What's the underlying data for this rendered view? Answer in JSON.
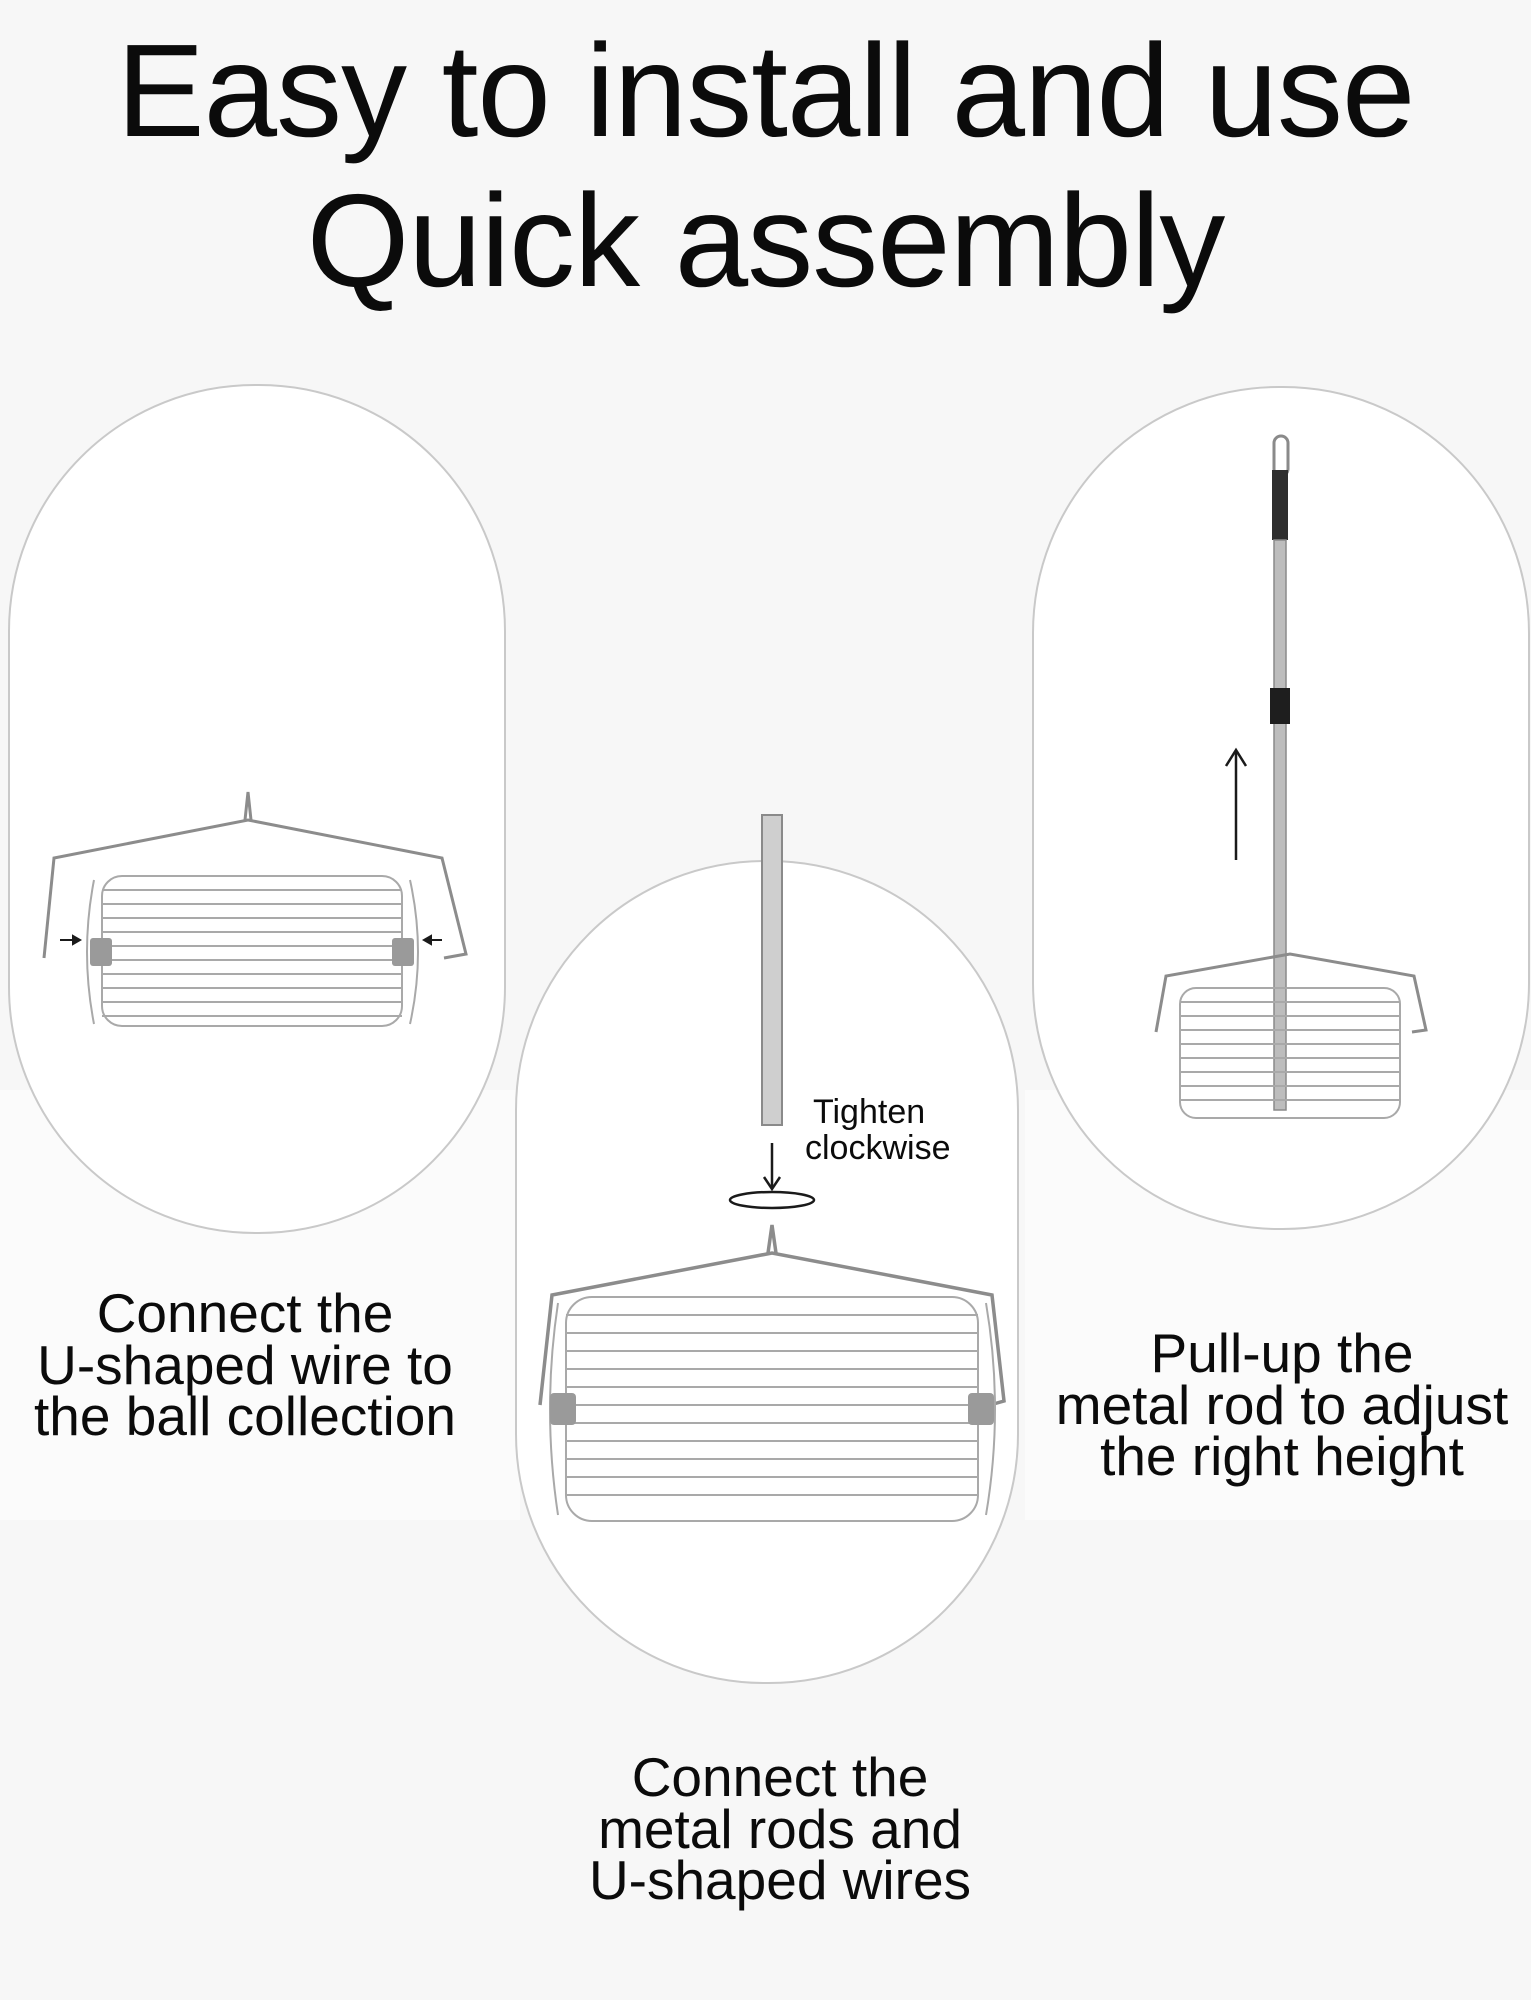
{
  "header": {
    "title_line1": "Easy to install and use",
    "title_line2": "Quick assembly"
  },
  "steps": [
    {
      "caption_lines": [
        "Connect the",
        "U-shaped wire to",
        "the ball collection"
      ],
      "icon": "u-wire-basket-icon"
    },
    {
      "caption_lines": [
        "Connect the",
        "metal rods and",
        "U-shaped wires"
      ],
      "note_lines": [
        "Tighten",
        "clockwise"
      ],
      "icon": "rod-basket-icon"
    },
    {
      "caption_lines": [
        "Pull-up the",
        "metal rod to adjust",
        "the right height"
      ],
      "icon": "telescopic-picker-icon"
    }
  ],
  "colors": {
    "background": "#f7f7f7",
    "panel": "#ffffff",
    "outline": "#c9c9c9",
    "text": "#0b0b0b"
  }
}
